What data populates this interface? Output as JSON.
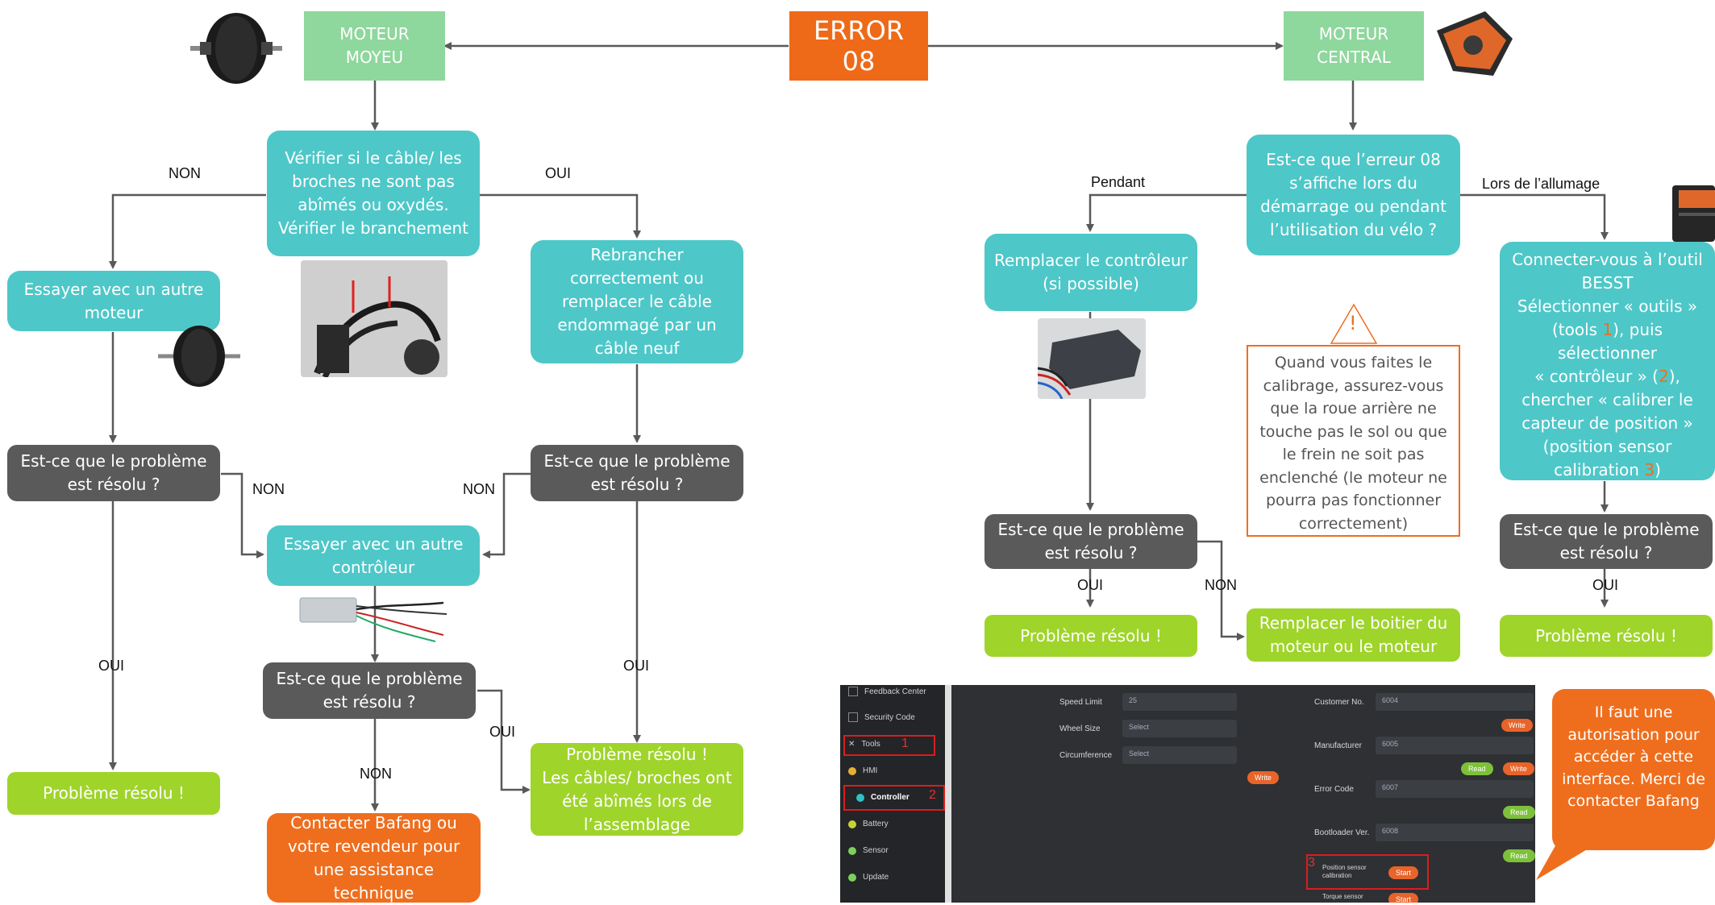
{
  "error_box": {
    "line1": "ERROR",
    "line2": "08"
  },
  "left": {
    "hub_motor": "MOTEUR\nMOYEU",
    "check_cable": "Vérifier si le câble/ les broches ne sont pas abîmés ou oxydés. Vérifier le branchement",
    "try_other_motor": "Essayer avec un autre moteur",
    "reconnect": "Rebrancher correctement ou remplacer le câble endommagé par un câble neuf",
    "q1": "Est-ce que le problème est résolu ?",
    "q2": "Est-ce que le problème est résolu ?",
    "try_controller": "Essayer avec un autre contrôleur",
    "q3": "Est-ce que le problème est résolu ?",
    "solved1": "Problème résolu !",
    "solved2": "Problème résolu !\nLes câbles/ broches ont été abîmés lors de l’assemblage",
    "contact": "Contacter Bafang ou votre revendeur pour une assistance technique",
    "labels": {
      "non_top": "NON",
      "oui_top": "OUI",
      "non_q1": "NON",
      "non_q2": "NON",
      "oui_left": "OUI",
      "oui_right": "OUI",
      "oui_q3": "OUI",
      "non_q3": "NON"
    }
  },
  "right": {
    "mid_motor": "MOTEUR\nCENTRAL",
    "question": "Est-ce que l’erreur 08 s’affiche lors du démarrage ou pendant l’utilisation du vélo ?",
    "during": "Pendant",
    "startup": "Lors de l’allumage",
    "replace_controller": "Remplacer le contrôleur (si possible)",
    "warning_icon": "!",
    "warning": "Quand vous faites le calibrage, assurez-vous que la roue arrière ne touche pas le sol ou que le frein ne soit pas enclenché (le moteur ne pourra pas fonctionner correctement)",
    "besst_a": "Connecter-vous à l’outil BESST\nSélectionner « outils »\n(tools ",
    "besst_n1": "1",
    "besst_b": "), puis sélectionner\n« contrôleur » (",
    "besst_n2": "2",
    "besst_c": "),\nchercher « calibrer le capteur de position »\n(position sensor calibration ",
    "besst_n3": "3",
    "besst_d": ")",
    "q_left": "Est-ce que le problème est résolu ?",
    "q_right": "Est-ce que le problème est résolu ?",
    "oui_left": "OUI",
    "non_left": "NON",
    "oui_right": "OUI",
    "solved_left": "Problème résolu !",
    "replace_housing": "Remplacer le boitier du moteur ou le moteur",
    "solved_right": "Problème résolu !",
    "bubble": "Il faut une\nautorisation pour\naccéder à cette\ninterface. Merci de\ncontacter Bafang"
  },
  "software": {
    "side": [
      "Feedback Center",
      "Security Code",
      "Tools",
      "HMI",
      "Controller",
      "Battery",
      "Sensor",
      "Update"
    ],
    "fields": [
      {
        "label": "Speed Limit",
        "value": "25"
      },
      {
        "label": "Wheel Size",
        "value": "Select"
      },
      {
        "label": "Circumference",
        "value": "Select"
      }
    ],
    "right_fields": [
      {
        "label": "Customer No.",
        "value": "6004"
      },
      {
        "label": "Manufacturer",
        "value": "6005"
      },
      {
        "label": "Error Code",
        "value": "6007"
      },
      {
        "label": "Bootloader Ver.",
        "value": "6008"
      }
    ],
    "write": "Write",
    "read": "Read",
    "position_sensor": "Position sensor\ncalibration",
    "torque_sensor": "Torque sensor",
    "start": "Start",
    "n1": "1",
    "n2": "2",
    "n3": "3"
  },
  "colors": {
    "green": "#8ed79d",
    "teal": "#4ec7c8",
    "dark": "#5a5a5a",
    "lime": "#9fd42b",
    "orange": "#ee6e1e"
  }
}
